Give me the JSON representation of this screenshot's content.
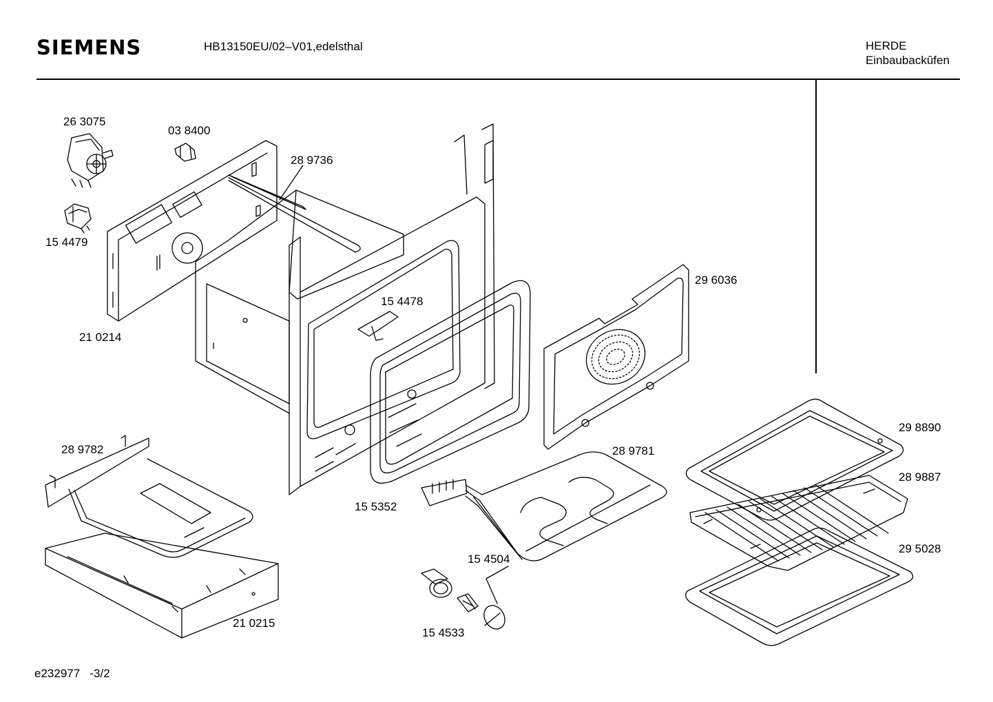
{
  "header": {
    "brand": "SIEMENS",
    "model": "HB13150EU/02–V01,edelsthal",
    "category_line1": "HERDE",
    "category_line2": "Einbaubackûfen"
  },
  "footer": {
    "ref": "e232977   -3/2"
  },
  "parts": {
    "p263075": "26 3075",
    "p038400": "03 8400",
    "p289736": "28 9736",
    "p154479": "15 4479",
    "p210214": "21 0214",
    "p154478": "15 4478",
    "p296036": "29 6036",
    "p298890": "29 8890",
    "p289887": "28 9887",
    "p295028": "29 5028",
    "p289782": "28 9782",
    "p289781": "28 9781",
    "p155352": "15 5352",
    "p154504": "15 4504",
    "p154533": "15 4533",
    "p210215": "21 0215"
  }
}
